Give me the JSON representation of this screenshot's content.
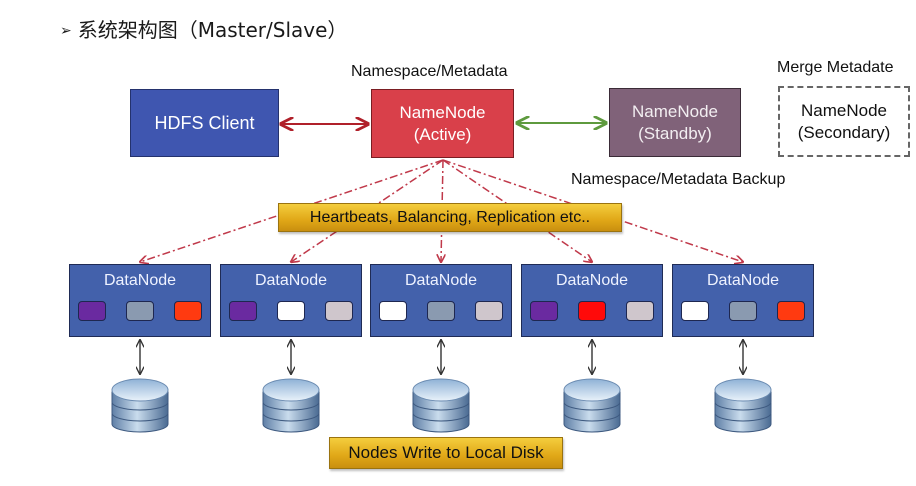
{
  "title": {
    "bullet": "➢",
    "text": "系统架构图（Master/Slave）"
  },
  "labels": {
    "namespace_metadata": "Namespace/Metadata",
    "merge_metadata": "Merge Metadate",
    "namespace_backup": "Namespace/Metadata Backup"
  },
  "nodes": {
    "client": {
      "label": "HDFS Client"
    },
    "active": {
      "line1": "NameNode",
      "line2": "(Active)"
    },
    "standby": {
      "line1": "NameNode",
      "line2": "(Standby)"
    },
    "secondary": {
      "line1": "NameNode",
      "line2": "(Secondary)"
    }
  },
  "banners": {
    "heartbeats": "Heartbeats, Balancing, Replication etc..",
    "local_disk": "Nodes Write to Local Disk"
  },
  "colors": {
    "client": "#3f56b0",
    "active": "#d9404a",
    "standby": "#806279",
    "datanode": "#4361ab",
    "client_arrow": "#b0202a",
    "standby_arrow": "#5e9a3e",
    "dash_arrow": "#c0394a",
    "purple": "#6a2aa0",
    "gray": "#8a9ab0",
    "orange_red": "#ff3a10",
    "white": "#ffffff",
    "light": "#cfc6cc",
    "red": "#ff0a0a"
  },
  "datanodes": [
    {
      "label": "DataNode",
      "blocks": [
        "purple",
        "gray",
        "orange_red"
      ]
    },
    {
      "label": "DataNode",
      "blocks": [
        "purple",
        "white",
        "light"
      ]
    },
    {
      "label": "DataNode",
      "blocks": [
        "white",
        "gray",
        "light"
      ]
    },
    {
      "label": "DataNode",
      "blocks": [
        "purple",
        "red",
        "light"
      ]
    },
    {
      "label": "DataNode",
      "blocks": [
        "white",
        "gray",
        "orange_red"
      ]
    }
  ]
}
